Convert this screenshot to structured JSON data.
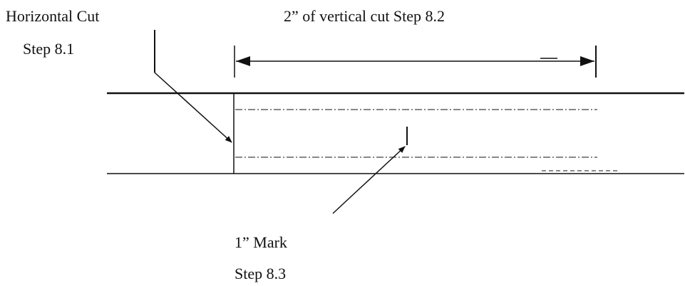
{
  "labels": {
    "horizontal_cut_title": "Horizontal Cut",
    "horizontal_cut_step": "Step 8.1",
    "vertical_cut": "2” of vertical cut  Step 8.2",
    "mark_title": "1” Mark",
    "mark_step": "Step 8.3"
  },
  "colors": {
    "ink": "#111111",
    "background": "#ffffff"
  }
}
